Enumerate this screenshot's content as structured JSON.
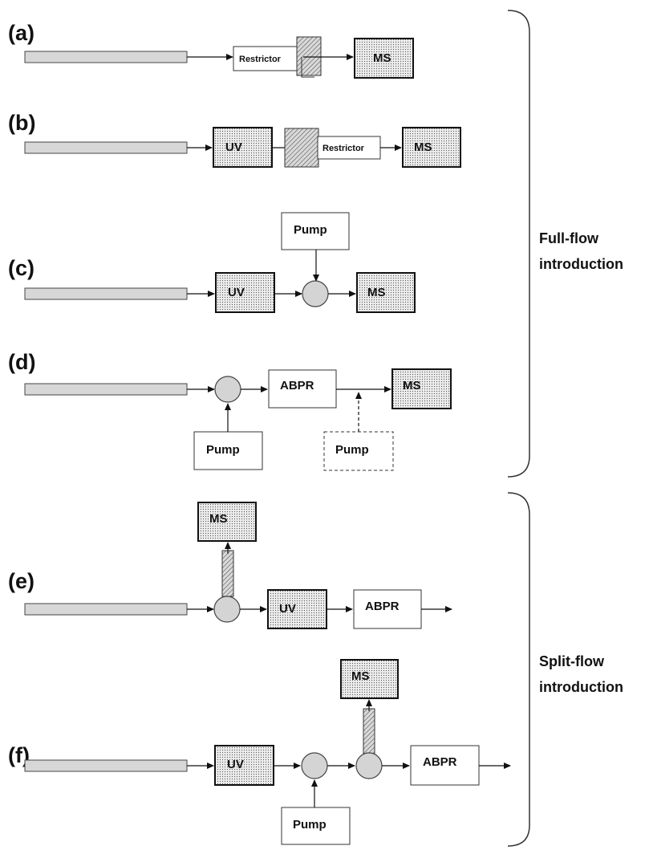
{
  "panels": {
    "a": "(a)",
    "b": "(b)",
    "c": "(c)",
    "d": "(d)",
    "e": "(e)",
    "f": "(f)"
  },
  "components": {
    "restrictor": "Restrictor",
    "ms": "MS",
    "uv": "UV",
    "pump": "Pump",
    "abpr": "ABPR"
  },
  "groups": {
    "full_flow": [
      "Full-flow",
      "introduction"
    ],
    "split_flow": [
      "Split-flow",
      "introduction"
    ]
  }
}
